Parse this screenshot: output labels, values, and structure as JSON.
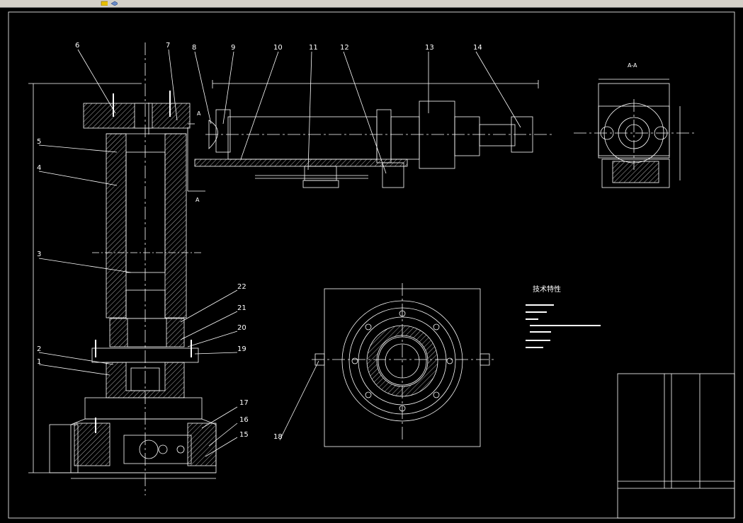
{
  "colors": {
    "background": "#000000",
    "lines": "#ffffff",
    "centerlines": "#ffffff",
    "toolbar": "#d4d0c8",
    "icon_yellow": "#e8c000",
    "icon_blue": "#6a8cc8"
  },
  "toolbar": {
    "icons": [
      "folder-icon",
      "layers-icon"
    ]
  },
  "drawing": {
    "callouts": [
      "1",
      "2",
      "3",
      "4",
      "5",
      "6",
      "7",
      "8",
      "9",
      "10",
      "11",
      "12",
      "13",
      "14",
      "15",
      "16",
      "17",
      "18",
      "19",
      "20",
      "21",
      "22"
    ],
    "section_label": "A-A",
    "section_marker": "A",
    "tech_title": "技术特性"
  }
}
